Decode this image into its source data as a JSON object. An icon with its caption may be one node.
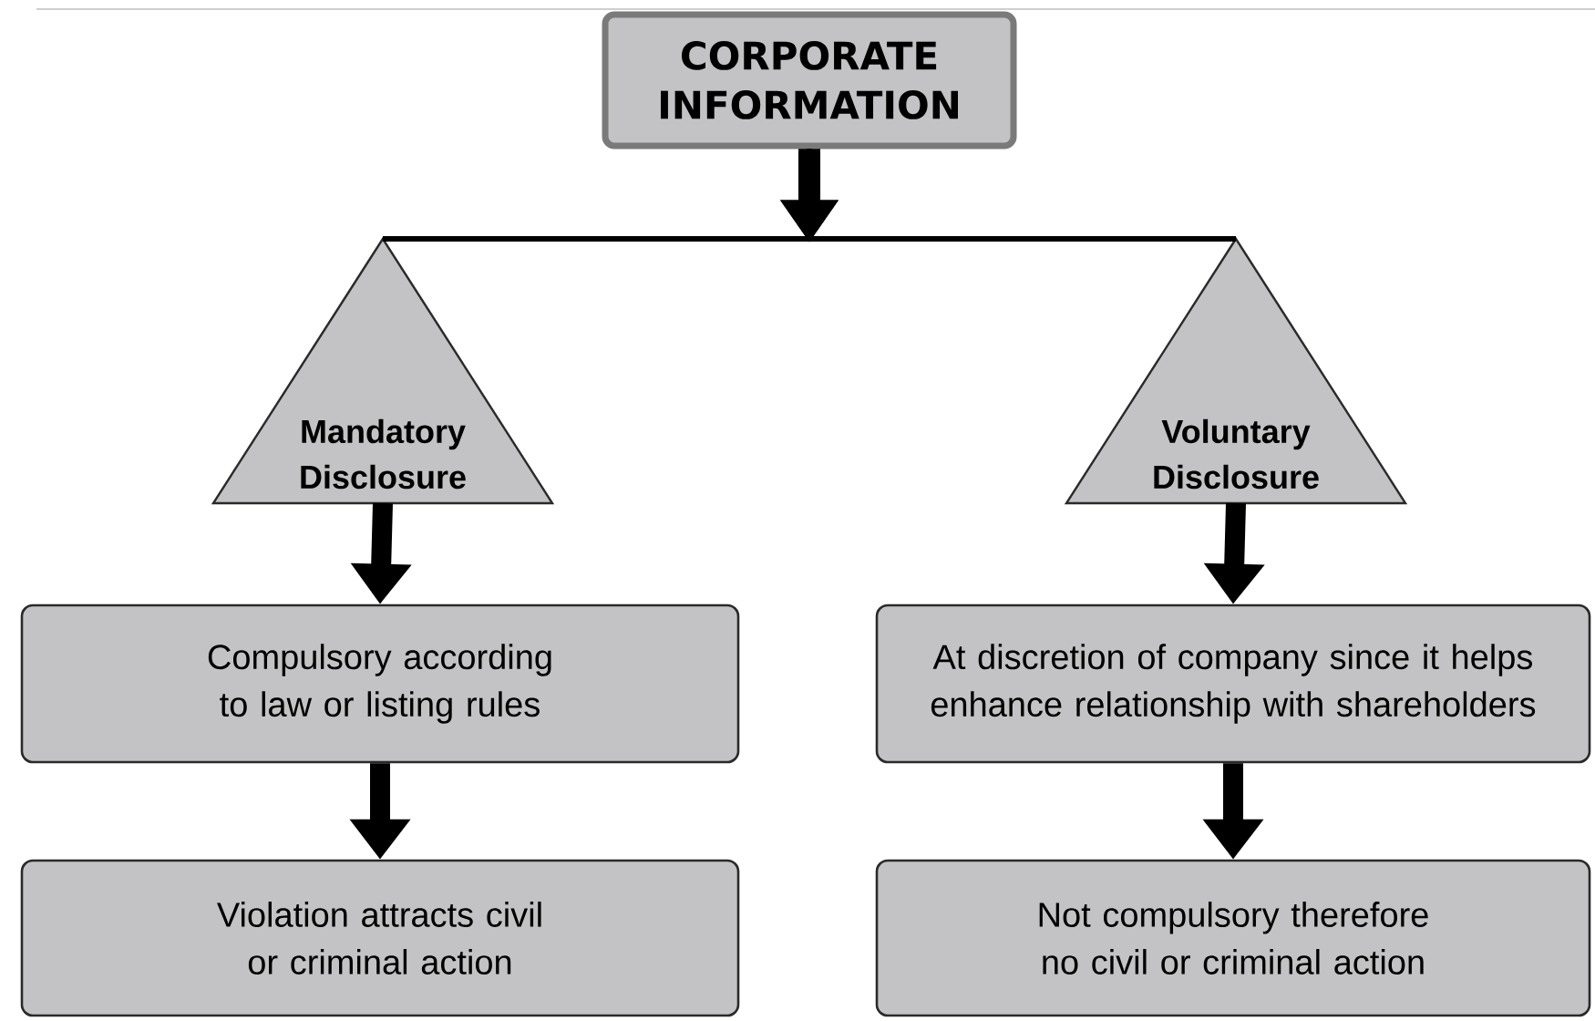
{
  "diagram": {
    "nodes": [
      {
        "text": [
          "CORPORATE INFORMATION"
        ]
      },
      {
        "text": [
          "Mandatory Disclosure"
        ]
      },
      {
        "text": [
          "Voluntary Disclosure"
        ]
      },
      {
        "text": [
          "Compulsory according to law or listing rules"
        ]
      },
      {
        "text": [
          "At discretion of company since it helps enhance relationship with shareholders"
        ]
      },
      {
        "text": [
          "Violation attracts civil or criminal action"
        ]
      },
      {
        "text": [
          "Not compulsory therefore no civil or criminal action"
        ]
      }
    ],
    "edges": [
      {
        "from": 0,
        "to": 1,
        "arrow": "to"
      },
      {
        "from": 0,
        "to": 2,
        "arrow": "to"
      },
      {
        "from": 1,
        "to": 3,
        "arrow": "to"
      },
      {
        "from": 2,
        "to": 4,
        "arrow": "to"
      },
      {
        "from": 3,
        "to": 5,
        "arrow": "to"
      },
      {
        "from": 4,
        "to": 6,
        "arrow": "to"
      }
    ]
  }
}
